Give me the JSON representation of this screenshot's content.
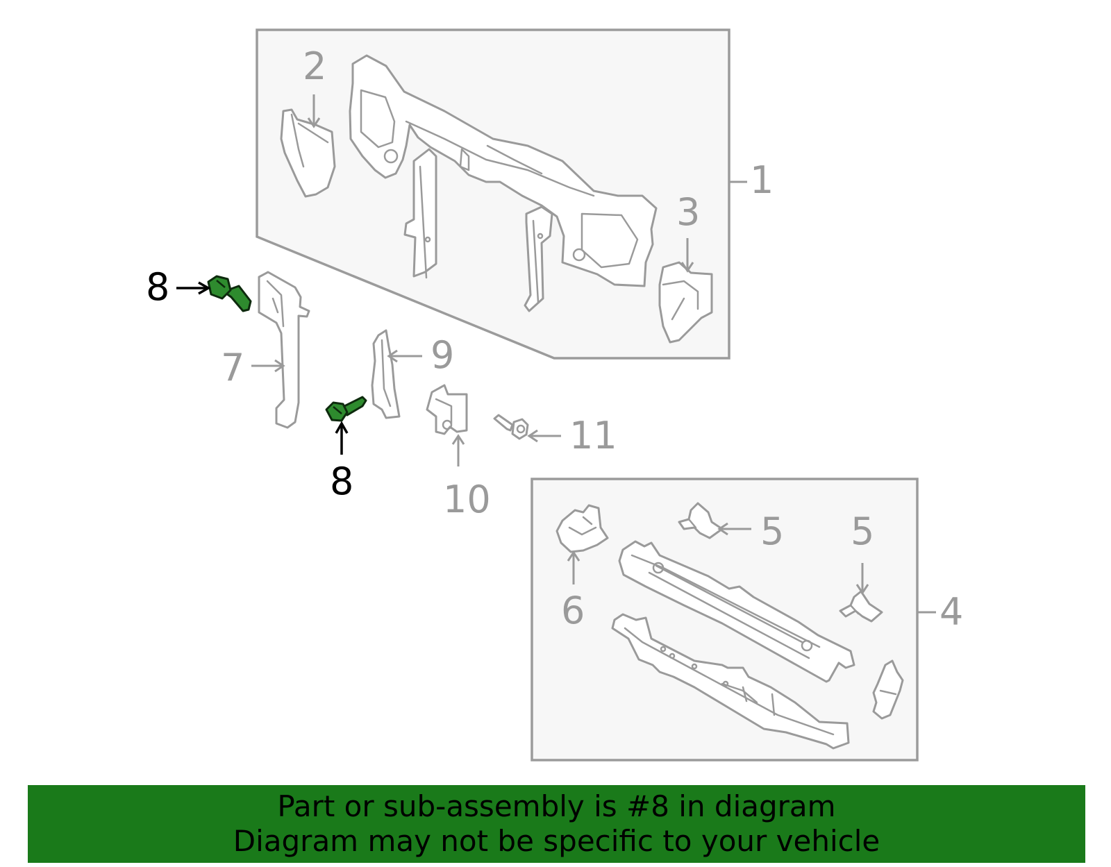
{
  "diagram": {
    "callouts": {
      "c1": "1",
      "c2": "2",
      "c3": "3",
      "c4": "4",
      "c5a": "5",
      "c5b": "5",
      "c6": "6",
      "c7": "7",
      "c8a": "8",
      "c8b": "8",
      "c9": "9",
      "c10": "10",
      "c11": "11"
    },
    "highlighted_part": "8",
    "colors": {
      "highlight": "#2e8b2e",
      "line": "#9a9a9a",
      "banner": "#1a7a1a"
    }
  },
  "banner": {
    "line1": "Part or sub-assembly is #8 in diagram",
    "line2": "Diagram may not be specific to your vehicle"
  }
}
